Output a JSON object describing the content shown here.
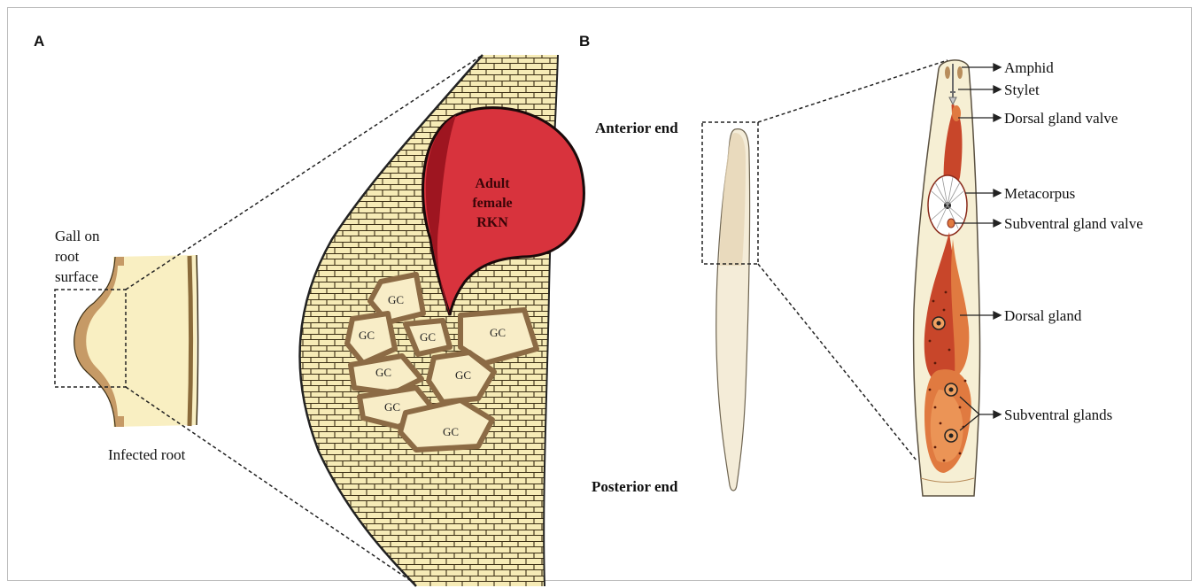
{
  "panel_a": {
    "letter": "A",
    "gall_label": [
      "Gall on",
      "root",
      "surface"
    ],
    "root_label": "Infected root",
    "female_label": [
      "Adult",
      "female",
      "RKN"
    ],
    "giant_cell_label": "GC"
  },
  "panel_b": {
    "letter": "B",
    "anterior_label": "Anterior end",
    "posterior_label": "Posterior end",
    "parts": {
      "amphid": "Amphid",
      "stylet": "Stylet",
      "dorsal_gland_valve": "Dorsal gland valve",
      "metacorpus": "Metacorpus",
      "subventral_gland_valve": "Subventral gland valve",
      "dorsal_gland": "Dorsal gland",
      "subventral_glands": "Subventral glands"
    }
  },
  "colors": {
    "root_fill": "#f9efc2",
    "root_edge": "#8a6a3a",
    "gall_brown": "#c69a66",
    "tissue_fill": "#f6ebb6",
    "female_red": "#d8333d",
    "female_dark": "#9e1520",
    "gland_orange": "#e07a40",
    "gland_red": "#c8462a"
  }
}
